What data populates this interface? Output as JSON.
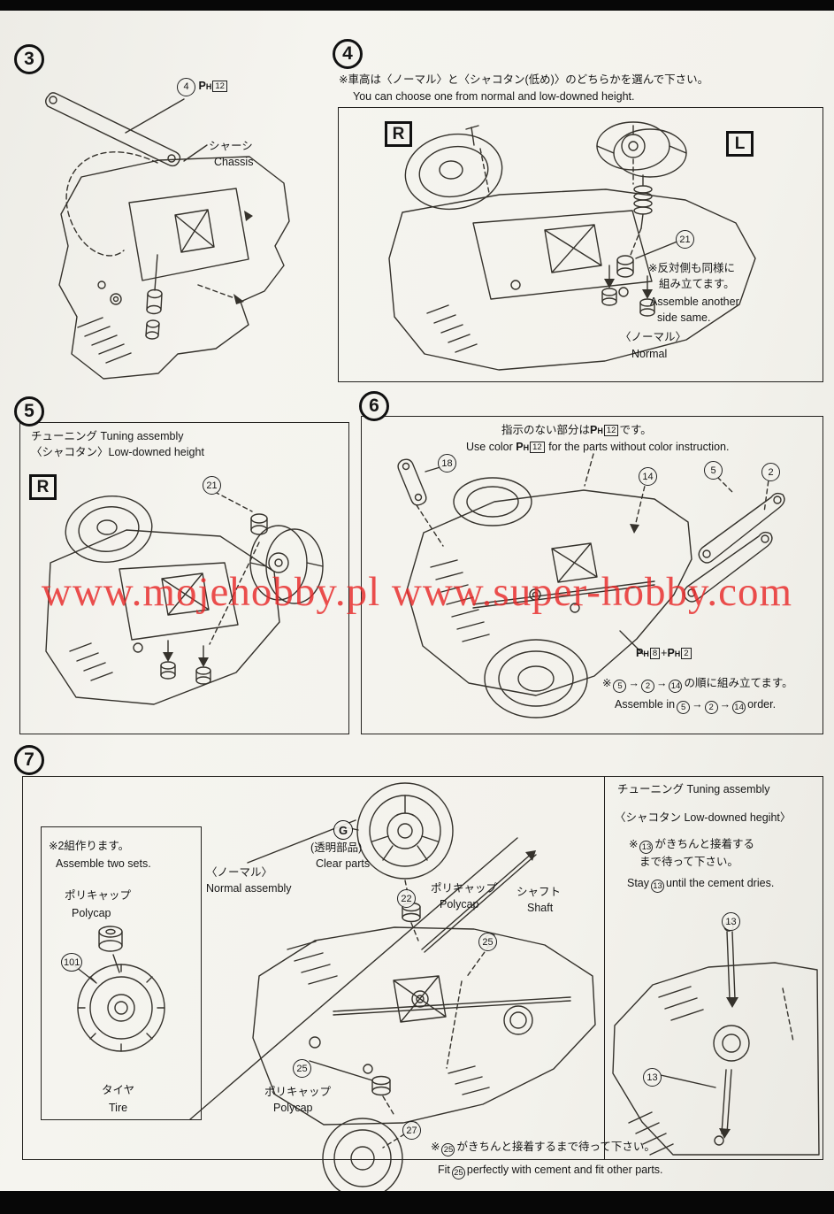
{
  "page": {
    "watermark": "www.mojehobby.pl www.super-hobby.com"
  },
  "s3": {
    "num": "3",
    "part_num": "4",
    "paint_p": "P",
    "paint_h": "H",
    "paint_12": "12",
    "chassis_jp": "シャーシ",
    "chassis_en": "Chassis"
  },
  "s4": {
    "num": "4",
    "note_jp": "※車高は〈ノーマル〉と〈シャコタン(低め)〉のどちらかを選んで下さい。",
    "note_en": "You can choose one from normal and low-downed height.",
    "r": "R",
    "l": "L",
    "c21": "21",
    "side_jp1": "※反対側も同様に",
    "side_jp2": "組み立てます。",
    "side_en1": "Assemble another",
    "side_en2": "side same.",
    "normal_jp": "〈ノーマル〉",
    "normal_en": "Normal"
  },
  "s5": {
    "num": "5",
    "head1": "チューニング Tuning assembly",
    "head2": "〈シャコタン〉Low-downed height",
    "r": "R",
    "c21": "21"
  },
  "s6": {
    "num": "6",
    "note_jp_pre": "指示のない部分は",
    "note_jp_suf": "です。",
    "note_en_pre": "Use color",
    "note_en_suf": "for the parts without color instruction.",
    "paint_p": "P",
    "paint_h": "H",
    "paint_12": "12",
    "paint_8": "8",
    "paint_2": "2",
    "plus": "+",
    "c18": "18",
    "c14": "14",
    "c5": "5",
    "c2": "2",
    "order_jp_pre": "※",
    "order_jp_suf": "の順に組み立てます。",
    "order_en_pre": "Assemble in",
    "order_en_suf": "order.",
    "arrow": "→",
    "o1": "5",
    "o2": "2",
    "o3": "14"
  },
  "s7": {
    "num": "7",
    "tuning_head": "チューニング Tuning assembly",
    "tuning_sub": "〈シャコタン Low-downed hegiht〉",
    "stay_jp_pre": "※",
    "stay_jp_suf": "がきちんと接着する",
    "stay_jp2": "まで待って下さい。",
    "stay_en_pre": "Stay",
    "stay_en_suf": "until the cement dries.",
    "c13": "13",
    "sets_jp": "※2組作ります。",
    "sets_en": "Assemble two sets.",
    "polycap_jp": "ポリキャップ",
    "polycap_en": "Polycap",
    "c101": "101",
    "tire_jp": "タイヤ",
    "tire_en": "Tire",
    "normal_jp": "〈ノーマル〉",
    "normal_en": "Normal assembly",
    "g": "G",
    "clear_jp": "(透明部品)",
    "clear_en": "Clear parts",
    "c22": "22",
    "shaft_jp": "シャフト",
    "shaft_en": "Shaft",
    "c25": "25",
    "c27": "27",
    "fit_jp_pre": "※",
    "fit_jp_suf": "がきちんと接着するまで待って下さい。",
    "fit_en_pre": "Fit",
    "fit_en_suf": "perfectly with cement and fit other parts."
  }
}
